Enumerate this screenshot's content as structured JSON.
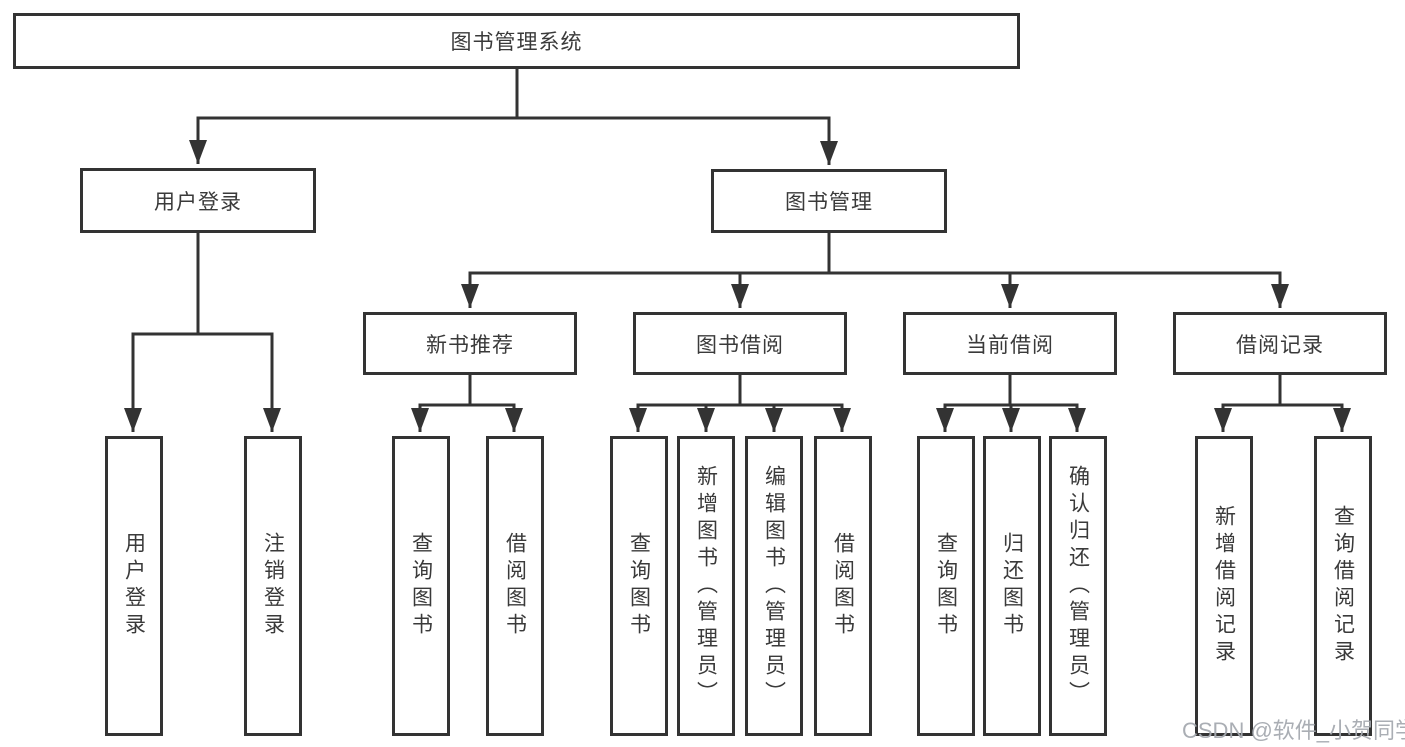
{
  "diagram_title": "图书管理系统",
  "watermark": "CSDN @软件_小贺同学",
  "colors": {
    "line": "#333333",
    "box_border": "#333333",
    "text": "#3a3a3a",
    "background": "#ffffff",
    "watermark": "#a5aab0"
  },
  "tree": {
    "root": {
      "label": "图书管理系统"
    },
    "branches": [
      {
        "label": "用户登录",
        "children": [
          {
            "label": "用户登录"
          },
          {
            "label": "注销登录"
          }
        ]
      },
      {
        "label": "图书管理",
        "children": [
          {
            "label": "新书推荐",
            "children": [
              {
                "label": "查询图书"
              },
              {
                "label": "借阅图书"
              }
            ]
          },
          {
            "label": "图书借阅",
            "children": [
              {
                "label": "查询图书"
              },
              {
                "label": "新增图书（管理员）"
              },
              {
                "label": "编辑图书（管理员）"
              },
              {
                "label": "借阅图书"
              }
            ]
          },
          {
            "label": "当前借阅",
            "children": [
              {
                "label": "查询图书"
              },
              {
                "label": "归还图书"
              },
              {
                "label": "确认归还（管理员）"
              }
            ]
          },
          {
            "label": "借阅记录",
            "children": [
              {
                "label": "新增借阅记录"
              },
              {
                "label": "查询借阅记录"
              }
            ]
          }
        ]
      }
    ]
  }
}
